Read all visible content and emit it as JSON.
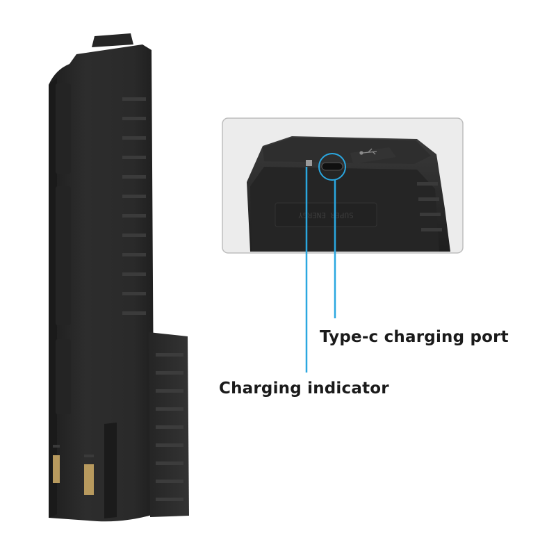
{
  "callouts": {
    "port_label": "Type-c charging port",
    "indicator_label": "Charging indicator"
  },
  "inset": {
    "molded_text": "SUPER ENERGY"
  },
  "colors": {
    "battery_body": "#2b2b2b",
    "battery_shadow": "#1c1c1c",
    "battery_highlight": "#3a3a3a",
    "contacts": "#b89a5e",
    "leader_line": "#2aa7e0",
    "inset_border": "#bdbdbd",
    "label_text": "#1a1a1a"
  },
  "icons": [
    "usb-symbol-icon"
  ]
}
